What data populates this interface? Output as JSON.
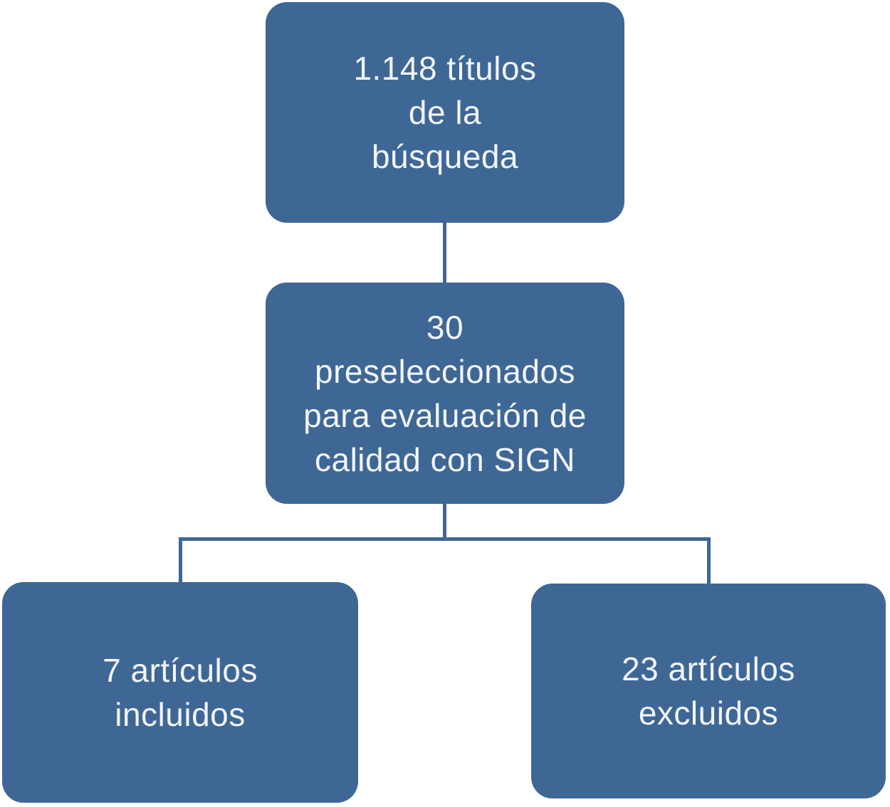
{
  "diagram": {
    "type": "flowchart",
    "title_hint": "article screening flow",
    "colors": {
      "background": "#ffffff",
      "node_fill": "#3e6795",
      "node_text": "#f2f6fa",
      "connector": "#3e6795"
    },
    "nodes": [
      {
        "id": "search-titles",
        "text": "1.148 títulos\nde la\nbúsqueda"
      },
      {
        "id": "preselected",
        "text": "30\npreseleccionados\npara evaluación de\ncalidad con SIGN"
      },
      {
        "id": "included",
        "text": "7 artículos\nincluidos"
      },
      {
        "id": "excluded",
        "text": "23 artículos\nexcluidos"
      }
    ],
    "edges": [
      {
        "from": "search-titles",
        "to": "preselected"
      },
      {
        "from": "preselected",
        "to": "included"
      },
      {
        "from": "preselected",
        "to": "excluded"
      }
    ]
  }
}
